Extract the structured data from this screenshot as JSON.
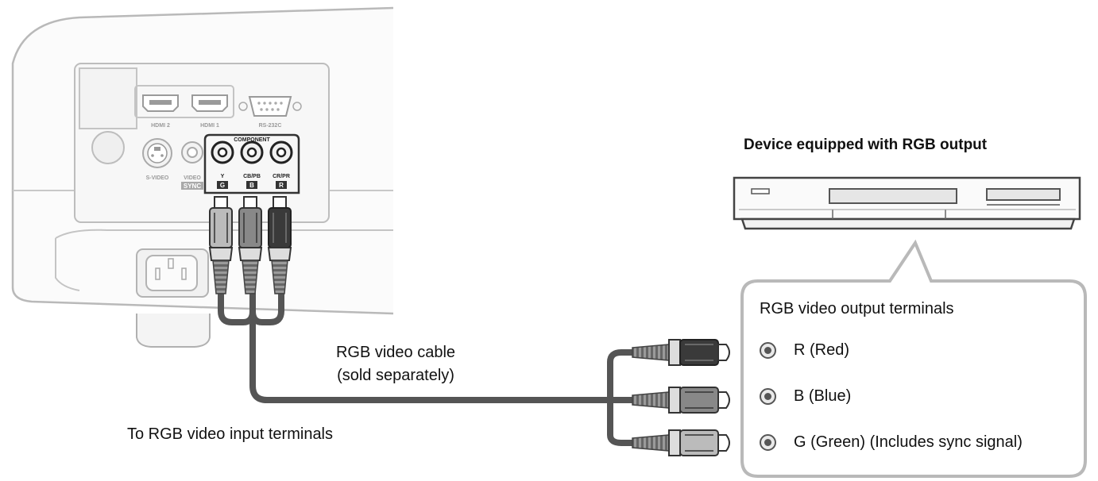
{
  "device": {
    "title": "Device equipped with RGB output",
    "output_terminals_title": "RGB video output terminals",
    "terminals": [
      {
        "label": "R (Red)"
      },
      {
        "label": "B (Blue)"
      },
      {
        "label": "G (Green) (Includes sync signal)"
      }
    ]
  },
  "cable": {
    "line1": "RGB video cable",
    "line2": "(sold separately)"
  },
  "input_label": "To RGB video input terminals",
  "panel": {
    "hdmi2": "HDMI 2",
    "hdmi1": "HDMI 1",
    "rs232c": "RS-232C",
    "component": "COMPONENT",
    "svideo": "S-VIDEO",
    "video": "VIDEO",
    "sync": "SYNC",
    "y": "Y",
    "cb_pb": "CB/PB",
    "cr_pr": "CR/PR",
    "g_badge": "G",
    "b_badge": "B",
    "r_badge": "R"
  },
  "colors": {
    "cable": "#555555",
    "plug_light": "#bbbbbb",
    "plug_mid": "#888888",
    "plug_dark": "#3a3a3a",
    "outline": "#b9b9b9"
  }
}
